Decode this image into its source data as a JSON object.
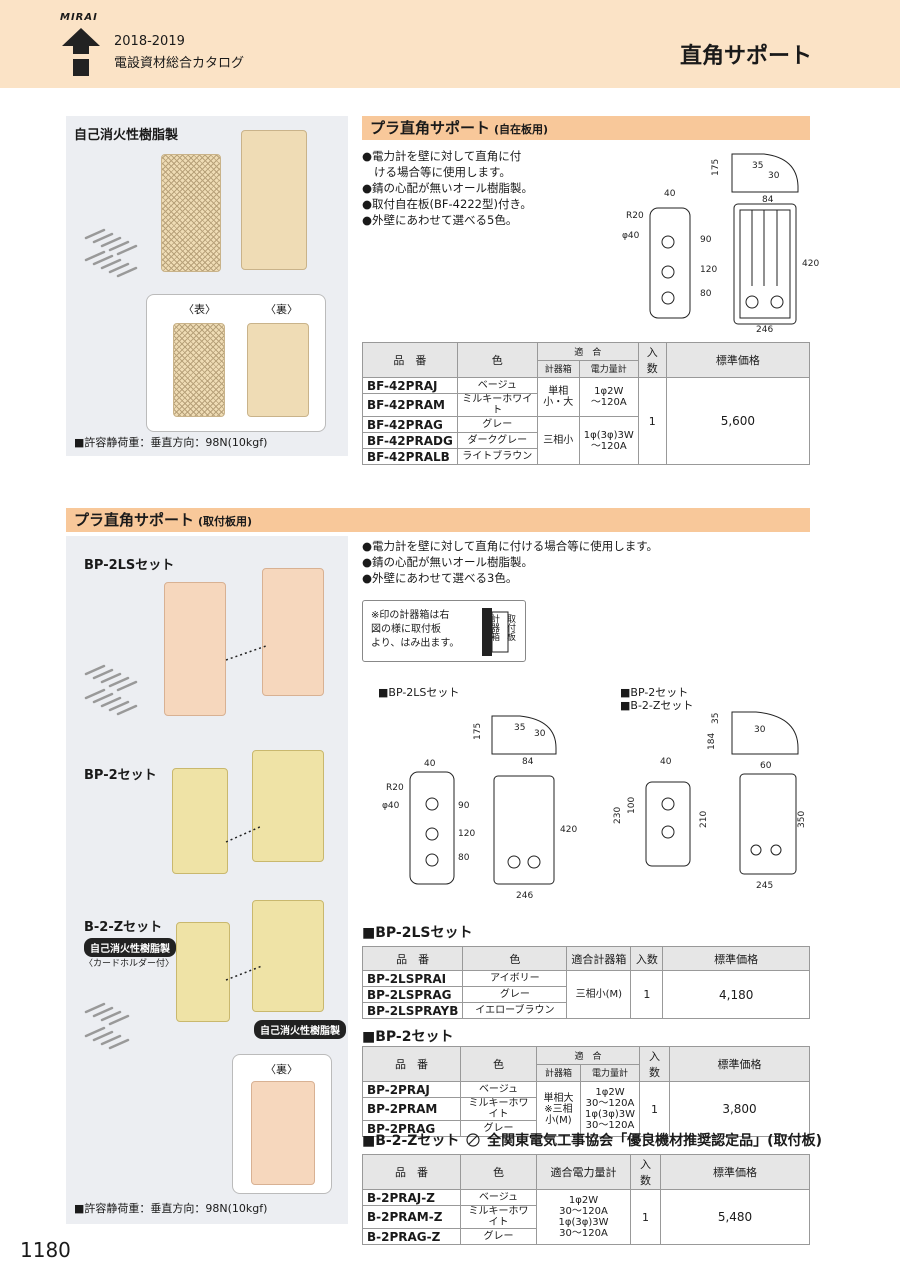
{
  "header": {
    "brand": "MIRAI",
    "year": "2018-2019",
    "catalog": "電設資材総合カタログ",
    "title": "直角サポート"
  },
  "section1": {
    "panel_label": "自己消火性樹脂製",
    "front_label": "〈表〉",
    "back_label": "〈裏〉",
    "load_note": "■許容静荷重：垂直方向：98N(10kgf)",
    "bar_title": "プラ直角サポート",
    "bar_sub": "(自在板用)",
    "bullets": [
      "電力計を壁に対して直角に付",
      "ける場合等に使用します。",
      "錆の心配が無いオール樹脂製。",
      "取付自在板(BF-4222型)付き。",
      "外壁にあわせて選べる5色。"
    ],
    "dims": {
      "d175": "175",
      "d35": "35",
      "d30": "30",
      "d84": "84",
      "d40": "40",
      "r20": "R20",
      "phi40": "φ40",
      "d90": "90",
      "d80": "80",
      "d120": "120",
      "d420": "420",
      "d246": "246"
    },
    "table": {
      "headers": {
        "code": "品　番",
        "color": "色",
        "fit": "適　合",
        "meter_box": "計器箱",
        "capacity": "電力量計",
        "qty": "入数",
        "price": "標準価格"
      },
      "rows": [
        {
          "code": "BF-42PRAJ",
          "color": "ベージュ"
        },
        {
          "code": "BF-42PRAM",
          "color": "ミルキーホワイト"
        },
        {
          "code": "BF-42PRAG",
          "color": "グレー"
        },
        {
          "code": "BF-42PRADG",
          "color": "ダークグレー"
        },
        {
          "code": "BF-42PRALB",
          "color": "ライトブラウン"
        }
      ],
      "box1": "単相小・大",
      "box2": "三相小",
      "cap1a": "1φ2W",
      "cap1b": "〜120A",
      "cap2a": "1φ(3φ)3W",
      "cap2b": "〜120A",
      "qty": "1",
      "price": "5,600"
    }
  },
  "section2": {
    "bar_title": "プラ直角サポート",
    "bar_sub": "(取付板用)",
    "bullets": [
      "電力計を壁に対して直角に付ける場合等に使用します。",
      "錆の心配が無いオール樹脂製。",
      "外壁にあわせて選べる3色。"
    ],
    "label_bp2ls": "BP-2LSセット",
    "label_bp2": "BP-2セット",
    "label_b2z": "B-2-Zセット",
    "badge": "自己消火性樹脂製",
    "card_holder": "〈カードホルダー付〉",
    "badge2": "自己消火性樹脂製",
    "back_label": "〈裏〉",
    "load_note": "■許容静荷重：垂直方向：98N(10kgf)",
    "notebox": {
      "line1": "※印の計器箱は右",
      "line2": "図の様に取付板",
      "line3": "より、はみ出ます。",
      "v1": "計器箱",
      "v2": "取付板"
    },
    "drawing1_label": "■BP-2LSセット",
    "drawing2_label_a": "■BP-2セット",
    "drawing2_label_b": "■B-2-Zセット",
    "dims2": {
      "d175": "175",
      "d35": "35",
      "d30": "30",
      "d84": "84",
      "d40": "40",
      "r20": "R20",
      "phi40": "φ40",
      "d90": "90",
      "d80": "80",
      "d120": "120",
      "d420": "420",
      "d246": "246",
      "d184": "184",
      "d60": "60",
      "d230": "230",
      "d100": "100",
      "d210": "210",
      "d350": "350",
      "d245": "245"
    }
  },
  "table_bp2ls": {
    "title": "■BP-2LSセット",
    "headers": {
      "code": "品　番",
      "color": "色",
      "fit": "適合計器箱",
      "qty": "入数",
      "price": "標準価格"
    },
    "rows": [
      {
        "code": "BP-2LSPRAI",
        "color": "アイボリー"
      },
      {
        "code": "BP-2LSPRAG",
        "color": "グレー"
      },
      {
        "code": "BP-2LSPRAYB",
        "color": "イエローブラウン"
      }
    ],
    "fit": "三相小(M)",
    "qty": "1",
    "price": "4,180"
  },
  "table_bp2": {
    "title": "■BP-2セット",
    "headers": {
      "code": "品　番",
      "color": "色",
      "fit": "適　合",
      "meter_box": "計器箱",
      "capacity": "電力量計",
      "qty": "入数",
      "price": "標準価格"
    },
    "rows": [
      {
        "code": "BP-2PRAJ",
        "color": "ベージュ"
      },
      {
        "code": "BP-2PRAM",
        "color": "ミルキーホワイト"
      },
      {
        "code": "BP-2PRAG",
        "color": "グレー"
      }
    ],
    "box1": "単相大",
    "box2": "※三相小(M)",
    "cap1a": "1φ2W",
    "cap1b": "30〜120A",
    "cap2a": "1φ(3φ)3W",
    "cap2b": "30〜120A",
    "qty": "1",
    "price": "3,800"
  },
  "table_b2z": {
    "title": "■B-2-Zセット",
    "cert": "全関東電気工事協会「優良機材推奨認定品」(取付板)",
    "headers": {
      "code": "品　番",
      "color": "色",
      "capacity": "適合電力量計",
      "qty": "入数",
      "price": "標準価格"
    },
    "rows": [
      {
        "code": "B-2PRAJ-Z",
        "color": "ベージュ"
      },
      {
        "code": "B-2PRAM-Z",
        "color": "ミルキーホワイト"
      },
      {
        "code": "B-2PRAG-Z",
        "color": "グレー"
      }
    ],
    "cap1a": "1φ2W",
    "cap1b": "30〜120A",
    "cap2a": "1φ(3φ)3W",
    "cap2b": "30〜120A",
    "qty": "1",
    "price": "5,480"
  },
  "page_number": "1180"
}
